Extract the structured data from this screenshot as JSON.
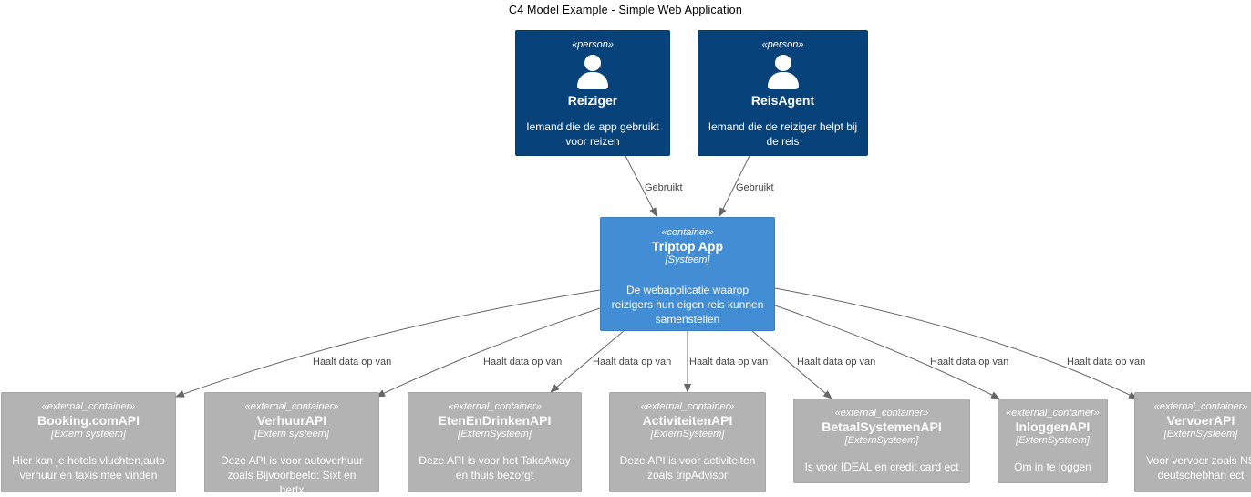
{
  "title": "C4 Model Example - Simple Web Application",
  "persons": [
    {
      "stereotype": "«person»",
      "name": "Reiziger",
      "description": "Iemand die de app gebruikt voor reizen"
    },
    {
      "stereotype": "«person»",
      "name": "ReisAgent",
      "description": "Iemand die de reiziger helpt bij de reis"
    }
  ],
  "app": {
    "stereotype": "«container»",
    "name": "Triptop App",
    "technology": "[Systeem]",
    "description": "De webapplicatie waarop reizigers hun eigen reis kunnen samenstellen"
  },
  "externals": [
    {
      "stereotype": "«external_container»",
      "name": "Booking.comAPI",
      "technology": "[Extern systeem]",
      "description": "Hier kan je hotels,vluchten,auto verhuur en taxis mee vinden"
    },
    {
      "stereotype": "«external_container»",
      "name": "VerhuurAPI",
      "technology": "[Extern systeem]",
      "description": "Deze API is voor autoverhuur zoals Bijvoorbeeld: Sixt en hertx"
    },
    {
      "stereotype": "«external_container»",
      "name": "EtenEnDrinkenAPI",
      "technology": "[ExternSysteem]",
      "description": "Deze API is voor het TakeAway en thuis bezorgt"
    },
    {
      "stereotype": "«external_container»",
      "name": "ActiviteitenAPI",
      "technology": "[ExternSysteem]",
      "description": "Deze API is voor activiteiten zoals tripAdvisor"
    },
    {
      "stereotype": "«external_container»",
      "name": "BetaalSystemenAPI",
      "technology": "[ExternSysteem]",
      "description": "Is voor IDEAL en credit card ect"
    },
    {
      "stereotype": "«external_container»",
      "name": "InloggenAPI",
      "technology": "[ExternSysteem]",
      "description": "Om in te loggen"
    },
    {
      "stereotype": "«external_container»",
      "name": "VervoerAPI",
      "technology": "[ExternSysteem]",
      "description": "Voor vervoer zoals NS deutschebhan ect"
    }
  ],
  "relations": {
    "uses": "Gebruikt",
    "fetches": "Haalt data op van"
  },
  "colors": {
    "person": "#08427b",
    "container": "#438dd5",
    "external": "#b3b3b3",
    "edge": "#666666"
  }
}
